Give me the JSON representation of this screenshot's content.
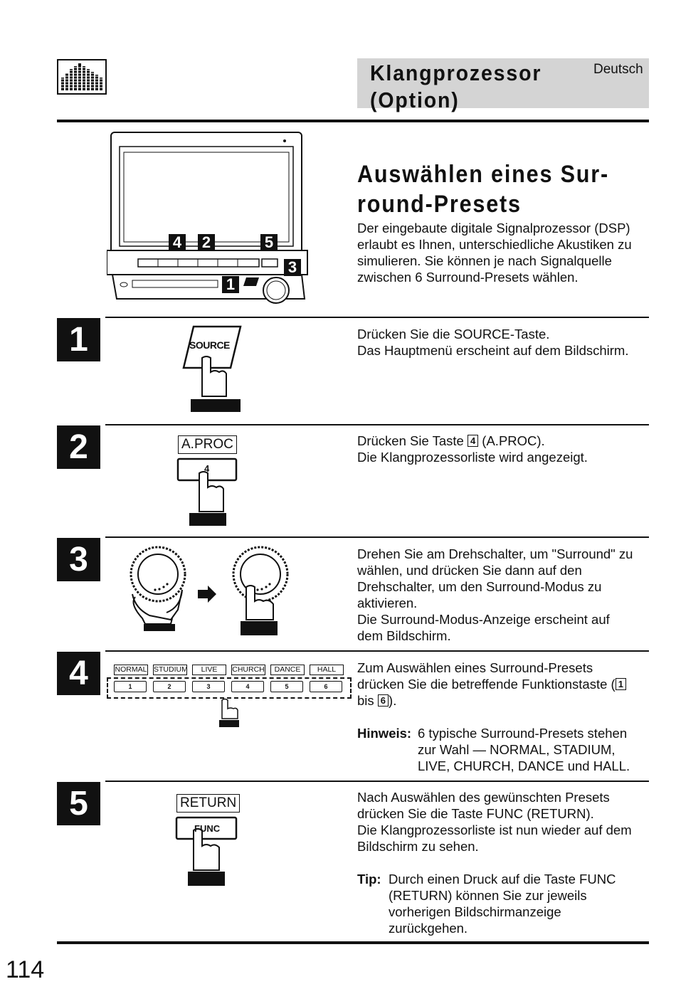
{
  "header": {
    "title": "Klangprozessor\n(Option)",
    "language": "Deutsch",
    "icon": "equalizer-icon"
  },
  "section": {
    "title": "Auswählen eines Sur-\nround-Presets",
    "intro": "Der eingebaute digitale Signalprozessor (DSP)\nerlaubt es Ihnen, unterschiedliche Akustiken zu\nsimulieren. Sie können je nach Signalquelle\nzwischen 6 Surround-Presets wählen."
  },
  "device_callouts": [
    "4",
    "2",
    "5",
    "3",
    "1"
  ],
  "steps": [
    {
      "num": "1",
      "button": "SOURCE",
      "text": "Drücken Sie die SOURCE-Taste.\nDas Hauptmenü erscheint auf dem Bildschirm."
    },
    {
      "num": "2",
      "label": "A.PROC",
      "button": "4",
      "text_a": "Drücken Sie Taste ",
      "key": "4",
      "text_b": " (A.PROC).\nDie Klangprozessorliste wird angezeigt."
    },
    {
      "num": "3",
      "text": "Drehen Sie am Drehschalter, um \"Surround\" zu\nwählen, und drücken Sie dann auf den\nDrehschalter, um den Surround-Modus zu\naktivieren.\nDie Surround-Modus-Anzeige erscheint auf\ndem Bildschirm."
    },
    {
      "num": "4",
      "presets": [
        "NORMAL",
        "STUDIUM",
        "LIVE",
        "CHURCH",
        "DANCE",
        "HALL"
      ],
      "keys": [
        "1",
        "2",
        "3",
        "4",
        "5",
        "6"
      ],
      "text_a": "Zum Auswählen eines Surround-Presets\ndrücken Sie die betreffende Funktionstaste (",
      "key1": "1",
      "text_b": "\nbis ",
      "key6": "6",
      "text_c": ").",
      "note_label": "Hinweis:",
      "note": "6 typische Surround-Presets stehen\nzur Wahl — NORMAL, STADIUM,\nLIVE, CHURCH, DANCE und HALL."
    },
    {
      "num": "5",
      "label": "RETURN",
      "button": "FUNC",
      "text": "Nach Auswählen des gewünschten Presets\ndrücken Sie die Taste FUNC (RETURN).\nDie Klangprozessorliste ist nun wieder auf dem\nBildschirm zu sehen.",
      "tip_label": "Tip:",
      "tip": "Durch einen Druck auf die Taste FUNC\n(RETURN) können Sie zur jeweils\nvorherigen Bildschirmanzeige\nzurückgehen."
    }
  ],
  "page_number": "114"
}
